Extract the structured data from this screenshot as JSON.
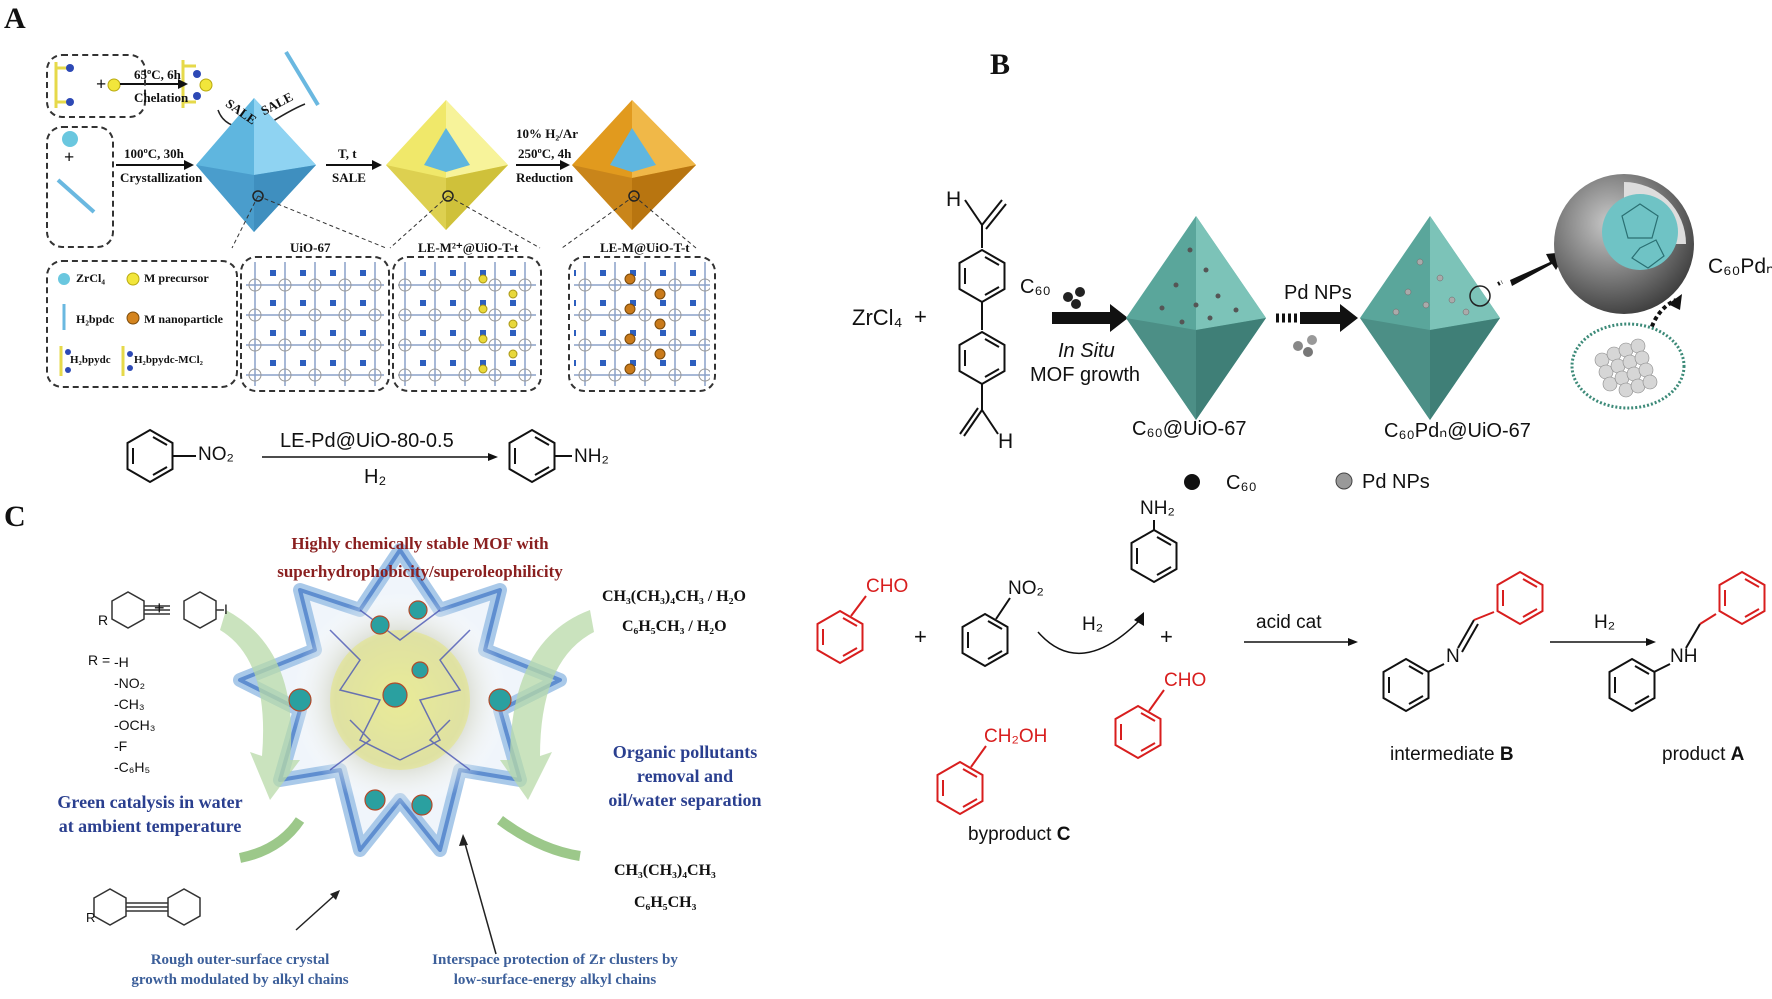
{
  "panels": {
    "a": "A",
    "b": "B",
    "c": "C"
  },
  "panel_a": {
    "step1_cond1": "65ºC, 6h",
    "step1_cond2": "Chelation",
    "sale1": "SALE",
    "sale2": "SALE",
    "step2_cond1": "100ºC, 30h",
    "step2_cond2": "Crystallization",
    "step3_cond1": "T, t",
    "step3_cond2": "SALE",
    "step4_cond1": "10% H₂/Ar",
    "step4_cond2": "250ºC, 4h",
    "step4_cond3": "Reduction",
    "plus": "+",
    "mof1": "UiO-67",
    "mof2": "LE-M²⁺@UiO-T-t",
    "mof3": "LE-M@UiO-T-t",
    "legend": {
      "zrcl4": "ZrCl₄",
      "m_precursor": "M precursor",
      "h2bpdc": "H₂bpdc",
      "m_nanoparticle": "M nanoparticle",
      "h2bpydc": "H₂bpydc",
      "h2bpydc_mcl2": "H₂bpydc-MCl₂"
    },
    "reaction_catalyst": "LE-Pd@UiO-80-0.5",
    "reaction_h2": "H₂",
    "no2": "NO₂",
    "nh2": "NH₂"
  },
  "panel_b": {
    "zrcl4": "ZrCl₄",
    "plus": "+",
    "c60": "C₆₀",
    "in_situ": "In Situ",
    "mof_growth": "MOF growth",
    "pd_nps": "Pd NPs",
    "c60pdn": "C₆₀Pdₙ",
    "c60_uio": "C₆₀@UiO-67",
    "c60pdn_uio": "C₆₀Pdₙ@UiO-67",
    "legend_c60": "C₆₀",
    "legend_pd": "Pd NPs",
    "h_top": "H",
    "h_bottom": "H"
  },
  "panel_c": {
    "title_line1": "Highly chemically stable MOF with",
    "title_line2": "superhydrophobicity/superoleophilicity",
    "r_label": "R =",
    "substituents": [
      "-H",
      "-NO₂",
      "-CH₃",
      "-OCH₃",
      "-F",
      "-C₆H₅"
    ],
    "solvent1": "CH₃(CH₃)₄CH₃ / H₂O",
    "solvent2": "C₆H₅CH₃ / H₂O",
    "organic_line1": "Organic pollutants",
    "organic_line2": "removal and",
    "organic_line3": "oil/water separation",
    "green_line1": "Green catalysis in water",
    "green_line2": "at ambient temperature",
    "product1": "CH₃(CH₃)₄CH₃",
    "product2": "C₆H₅CH₃",
    "rough_line1": "Rough outer-surface crystal",
    "rough_line2": "growth modulated by alkyl chains",
    "inter_line1": "Interspace protection of Zr clusters by",
    "inter_line2": "low-surface-energy alkyl chains",
    "r": "R",
    "iodo": "I"
  },
  "panel_d": {
    "cho1": "CHO",
    "plus1": "+",
    "no2": "NO₂",
    "h2_curve": "H₂",
    "nh2": "NH₂",
    "plus2": "+",
    "cho2": "CHO",
    "ch2oh": "CH₂OH",
    "byproduct": "byproduct",
    "byproduct_letter": "C",
    "acid_cat": "acid cat",
    "n_label": "N",
    "intermediate": "intermediate",
    "intermediate_letter": "B",
    "h2_2": "H₂",
    "nh_label": "NH",
    "product": "product",
    "product_letter": "A"
  },
  "colors": {
    "mof_blue": "#5fb6df",
    "mof_yellow": "#f0e86a",
    "mof_orange": "#e19a1e",
    "oct_teal": "#5aa69b",
    "red": "#d81e1e",
    "title_blue": "#2a3f8f"
  }
}
